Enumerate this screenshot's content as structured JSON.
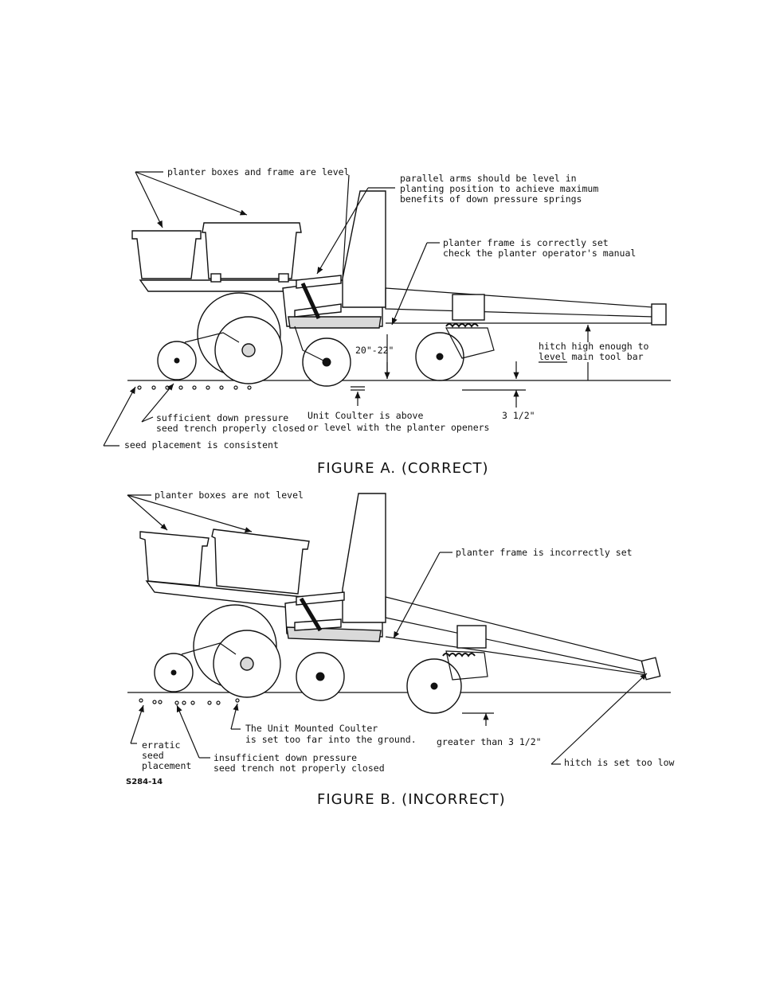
{
  "figure_a": {
    "caption": "FIGURE A. (CORRECT)",
    "label_boxes": "planter boxes and frame are level",
    "label_arms": [
      "parallel arms should be level in",
      "planting position to achieve maximum",
      "benefits of down pressure springs"
    ],
    "label_frame": [
      "planter frame is correctly set",
      "check the planter operator's manual"
    ],
    "label_height": "20\"-22\"",
    "label_hitch": [
      "hitch high enough to",
      "level main tool bar"
    ],
    "label_hitch_underlined": "level",
    "label_pressure": [
      "sufficient down pressure",
      "seed trench properly closed"
    ],
    "label_coulter": [
      "Unit Coulter is above",
      "or level with the planter openers"
    ],
    "label_depth": "3 1/2\"",
    "label_seed": "seed placement is consistent"
  },
  "figure_b": {
    "caption": "FIGURE B. (INCORRECT)",
    "label_boxes": "planter boxes are not level",
    "label_frame": "planter frame is incorrectly set",
    "label_coulter": [
      "The Unit Mounted Coulter",
      "is set too far into the ground."
    ],
    "label_erratic": [
      "erratic",
      "seed",
      "placement"
    ],
    "label_pressure": [
      "insufficient down pressure",
      "seed trench not properly closed"
    ],
    "label_depth": "greater than 3 1/2\"",
    "label_hitch": "hitch is set too low",
    "figure_code": "S284-14"
  }
}
